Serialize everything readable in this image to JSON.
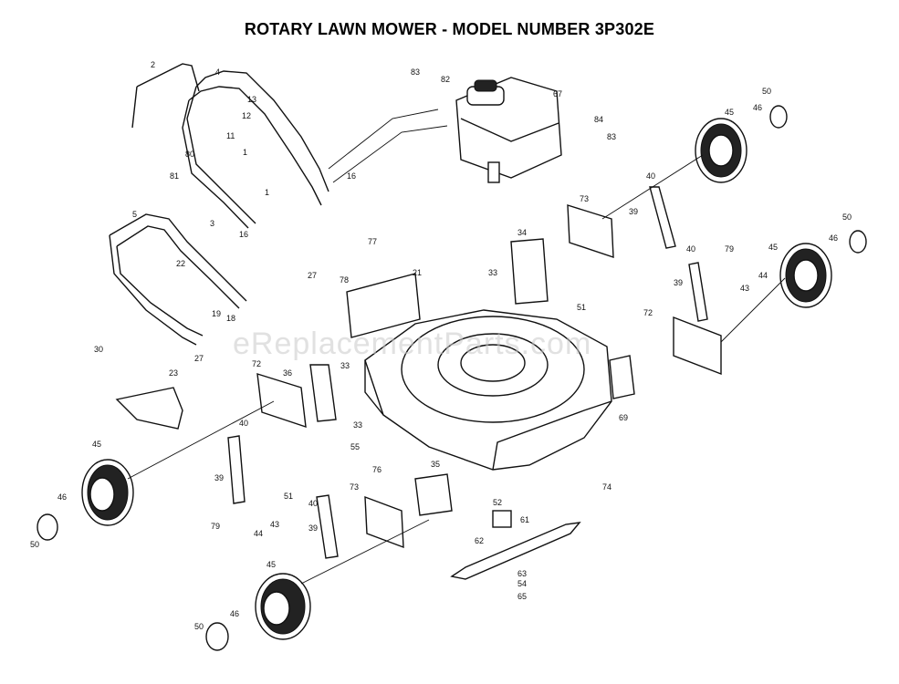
{
  "title": "ROTARY LAWN MOWER - MODEL NUMBER 3P302E",
  "watermark": "eReplacementParts.com",
  "part_labels": [
    "2",
    "4",
    "5",
    "13",
    "12",
    "11",
    "1",
    "80",
    "81",
    "3",
    "16",
    "16",
    "1",
    "22",
    "19",
    "18",
    "30",
    "27",
    "23",
    "72",
    "36",
    "33",
    "33",
    "55",
    "40",
    "39",
    "45",
    "46",
    "50",
    "79",
    "51",
    "44",
    "43",
    "40",
    "39",
    "45",
    "46",
    "50",
    "73",
    "35",
    "76",
    "52",
    "61",
    "62",
    "63",
    "54",
    "65",
    "74",
    "69",
    "72",
    "39",
    "40",
    "43",
    "44",
    "45",
    "46",
    "50",
    "73",
    "39",
    "40",
    "79",
    "45",
    "46",
    "50",
    "34",
    "33",
    "51",
    "77",
    "27",
    "78",
    "21",
    "83",
    "82",
    "67",
    "84",
    "83"
  ]
}
